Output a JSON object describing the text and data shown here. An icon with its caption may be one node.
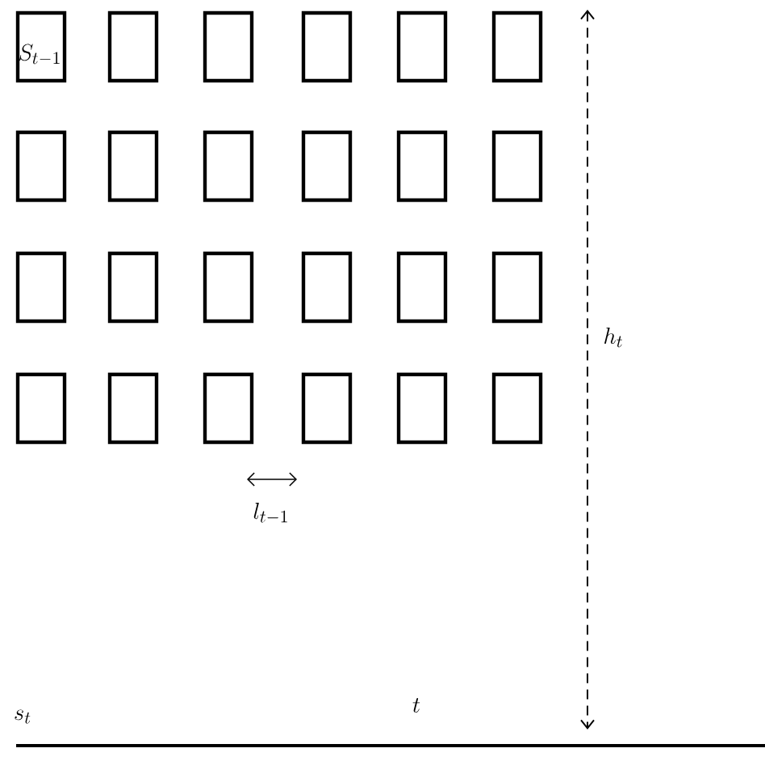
{
  "diagram": {
    "nodes": [
      {
        "text": [
          "S_{t-1}"
        ]
      },
      {
        "text": [],
        "shape": "box"
      },
      {
        "text": [],
        "shape": "box"
      },
      {
        "text": [],
        "shape": "box"
      },
      {
        "text": [],
        "shape": "box"
      },
      {
        "text": [],
        "shape": "box"
      },
      {
        "text": [],
        "shape": "box"
      },
      {
        "text": [],
        "shape": "box"
      },
      {
        "text": [],
        "shape": "box"
      },
      {
        "text": [],
        "shape": "box"
      },
      {
        "text": [],
        "shape": "box"
      },
      {
        "text": [],
        "shape": "box"
      },
      {
        "text": [],
        "shape": "box"
      },
      {
        "text": [],
        "shape": "box"
      },
      {
        "text": [],
        "shape": "box"
      },
      {
        "text": [],
        "shape": "box"
      },
      {
        "text": [],
        "shape": "box"
      },
      {
        "text": [],
        "shape": "box"
      },
      {
        "text": [],
        "shape": "box"
      },
      {
        "text": [],
        "shape": "box"
      },
      {
        "text": [],
        "shape": "box"
      },
      {
        "text": [],
        "shape": "box"
      },
      {
        "text": [],
        "shape": "box"
      },
      {
        "text": [],
        "shape": "box"
      }
    ],
    "labels": [
      "l_{t-1}",
      "h_t",
      "s_t",
      "t"
    ]
  }
}
